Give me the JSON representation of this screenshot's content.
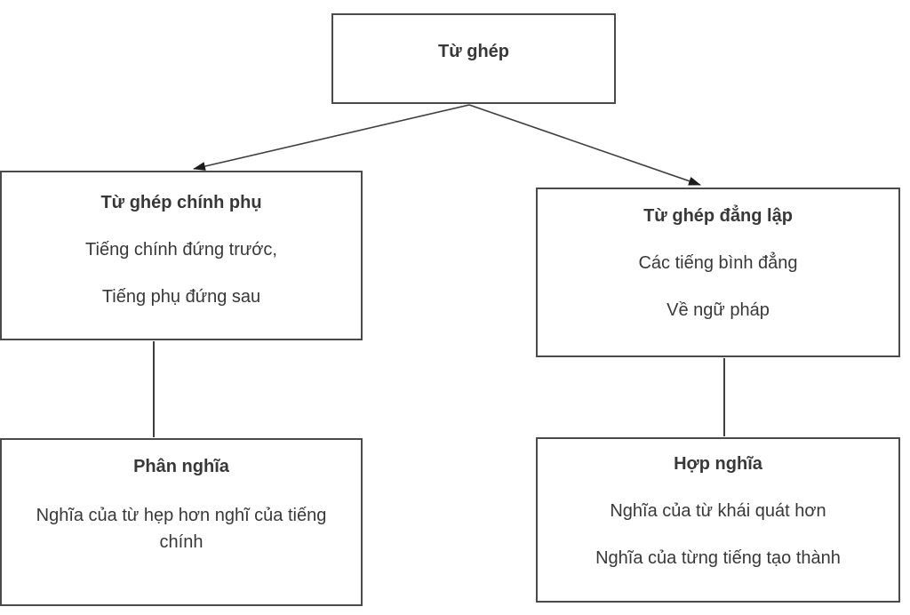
{
  "diagram": {
    "root": {
      "title": "Từ ghép"
    },
    "branch_left": {
      "title": "Từ ghép chính phụ",
      "line1": "Tiếng chính đứng trước,",
      "line2": "Tiếng phụ đứng sau"
    },
    "branch_right": {
      "title": "Từ ghép đẳng lập",
      "line1": "Các tiếng bình đẳng",
      "line2": "Về ngữ pháp"
    },
    "leaf_left": {
      "title": "Phân nghĩa",
      "body": "Nghĩa của từ hẹp hơn nghĩ của tiếng chính"
    },
    "leaf_right": {
      "title": "Hợp nghĩa",
      "line1": "Nghĩa của từ khái quát hơn",
      "line2": "Nghĩa của từng tiếng tạo thành"
    },
    "colors": {
      "background": "#ffffff",
      "border": "#4a4a4a",
      "text": "#383838",
      "arrow": "#1c1c1c"
    }
  }
}
